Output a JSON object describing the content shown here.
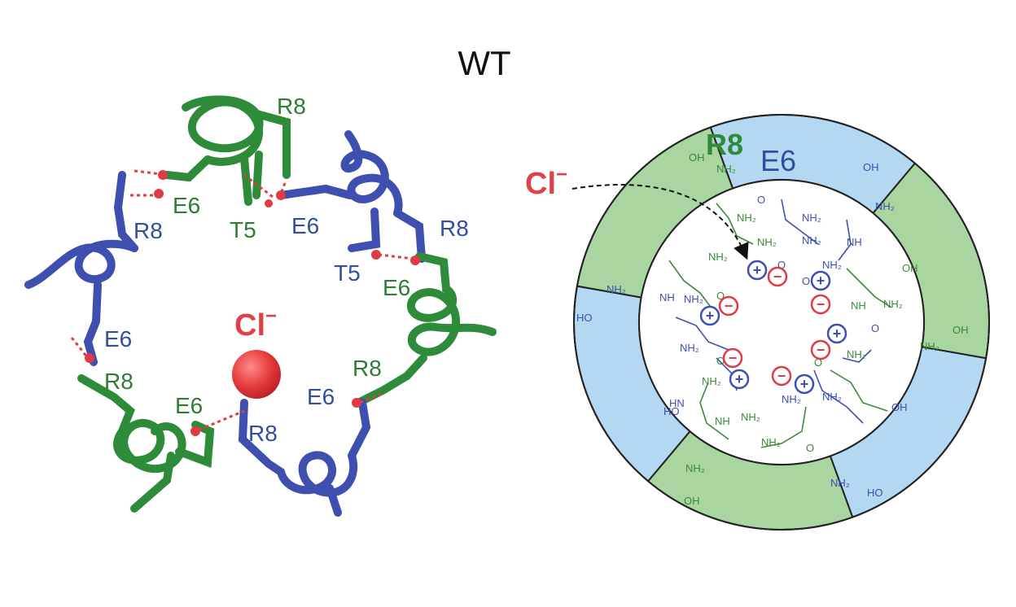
{
  "title": "WT",
  "colors": {
    "green": "#2e8b3a",
    "green_light": "#a8d5a0",
    "blue": "#3f4fb0",
    "blue_light": "#b5d8f2",
    "red": "#e03a44",
    "text_green": "#2e7d32",
    "text_blue": "#2f4f9f",
    "text_red": "#e0404a"
  },
  "left_panel": {
    "ion_label": "Cl",
    "ion_charge": "−",
    "residue_labels": [
      {
        "id": "r8-top",
        "text": "R8",
        "color": "green"
      },
      {
        "id": "e6-top-left",
        "text": "E6",
        "color": "green"
      },
      {
        "id": "t5-top",
        "text": "T5",
        "color": "green"
      },
      {
        "id": "r8-left-upper",
        "text": "R8",
        "color": "blue"
      },
      {
        "id": "e6-top-right",
        "text": "E6",
        "color": "blue"
      },
      {
        "id": "r8-right",
        "text": "R8",
        "color": "blue"
      },
      {
        "id": "t5-right",
        "text": "T5",
        "color": "blue"
      },
      {
        "id": "e6-right",
        "text": "E6",
        "color": "green"
      },
      {
        "id": "e6-left",
        "text": "E6",
        "color": "blue"
      },
      {
        "id": "r8-left-lower",
        "text": "R8",
        "color": "green"
      },
      {
        "id": "e6-bottom-left",
        "text": "E6",
        "color": "green"
      },
      {
        "id": "r8-bottom-right",
        "text": "R8",
        "color": "green"
      },
      {
        "id": "e6-bottom-right",
        "text": "E6",
        "color": "blue"
      },
      {
        "id": "r8-bottom-center",
        "text": "R8",
        "color": "blue"
      }
    ]
  },
  "right_panel": {
    "ion_label": "Cl",
    "ion_charge": "−",
    "ring_labels": {
      "r8": "R8",
      "e6": "E6"
    },
    "chem_text": {
      "oh": "OH",
      "ho": "HO",
      "nh2": "NH₂",
      "nh": "NH",
      "hn": "HN",
      "o": "O",
      "plus": "+",
      "minus": "−"
    }
  }
}
